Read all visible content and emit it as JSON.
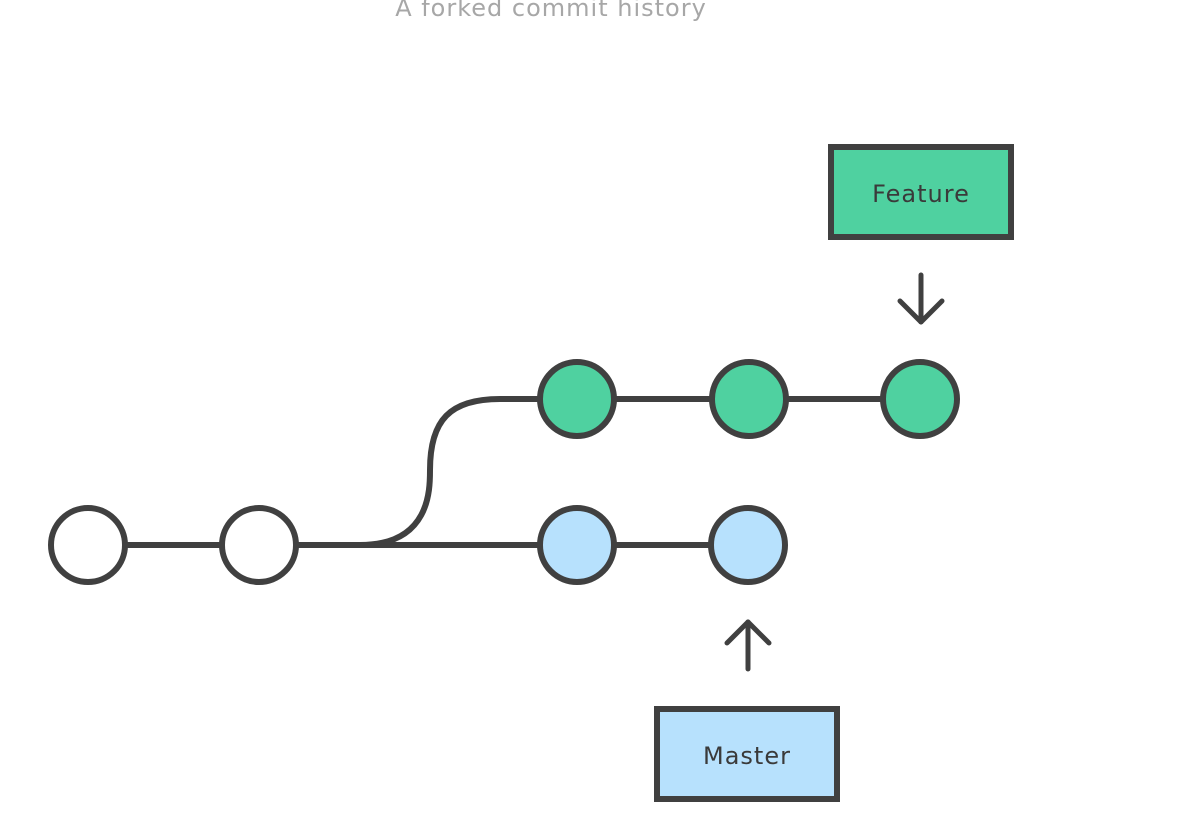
{
  "caption": "A forked commit history",
  "colors": {
    "stroke": "#404040",
    "base_commit": "#ffffff",
    "feature": "#4fd1a0",
    "master": "#b7e1fd"
  },
  "base_commits": 2,
  "feature": {
    "label": "Feature",
    "commits": 3
  },
  "master": {
    "label": "Master",
    "commits": 2
  }
}
